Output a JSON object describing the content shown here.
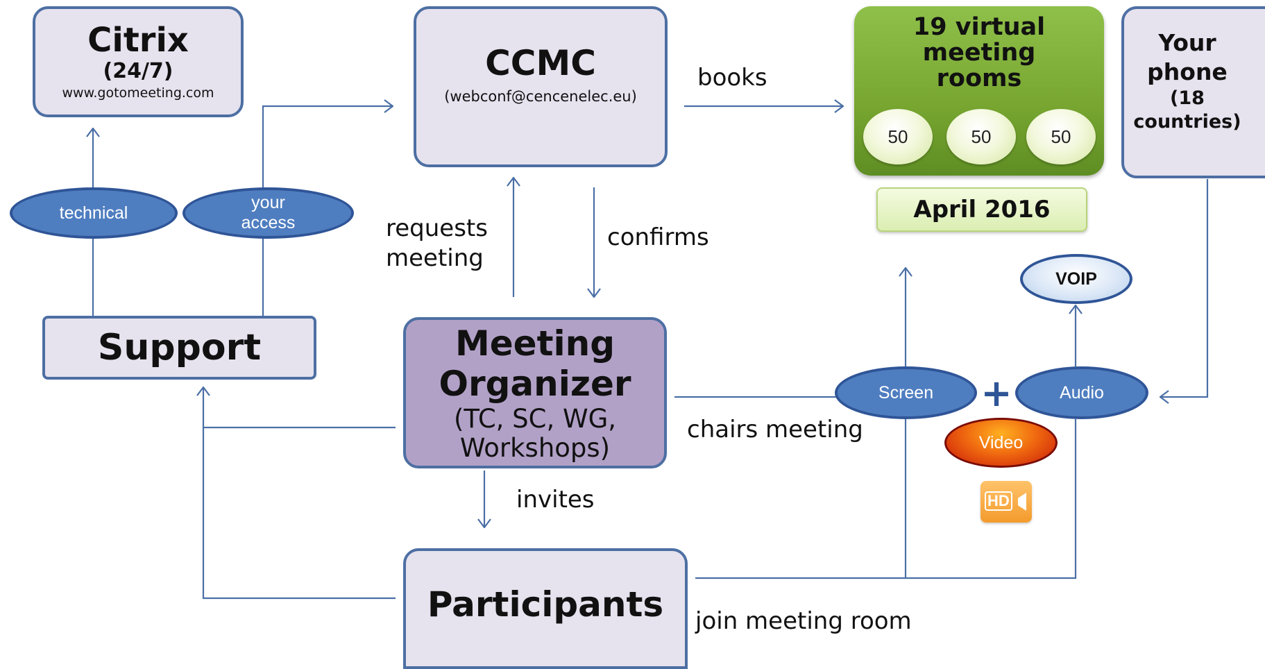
{
  "citrix": {
    "title": "Citrix",
    "hours": "(24/7)",
    "url": "www.gotomeeting.com"
  },
  "ccmc": {
    "title": "CCMC",
    "email": "(webconf@cencenelec.eu)"
  },
  "rooms": {
    "line1": "19 virtual",
    "line2": "meeting",
    "line3": "rooms",
    "capacities": [
      "50",
      "50",
      "50"
    ],
    "date": "April 2016"
  },
  "phone": {
    "line1": "Your",
    "line2": "phone",
    "line3": "(18",
    "line4": "countries)"
  },
  "support": {
    "title": "Support"
  },
  "organizer": {
    "line1": "Meeting",
    "line2": "Organizer",
    "line3": "(TC, SC, WG,",
    "line4": "Workshops)"
  },
  "participants": {
    "title": "Participants"
  },
  "ellipses": {
    "technical": "technical",
    "access_line1": "your",
    "access_line2": "access",
    "screen": "Screen",
    "audio": "Audio",
    "voip": "VOIP",
    "video": "Video",
    "hd": "HD"
  },
  "plus": "+",
  "edges": {
    "books": "books",
    "requests1": "requests",
    "requests2": "meeting",
    "confirms": "confirms",
    "chairs": "chairs meeting",
    "invites": "invites",
    "join": "join meeting room"
  },
  "colors": {
    "line": "#4a6fa5",
    "box_fill": "#e6e2ee",
    "organizer_fill": "#b2a1c7",
    "green": "#77a530",
    "ellipse": "#4f7ec0",
    "video": "#e03a10",
    "hd": "#f7a742"
  }
}
